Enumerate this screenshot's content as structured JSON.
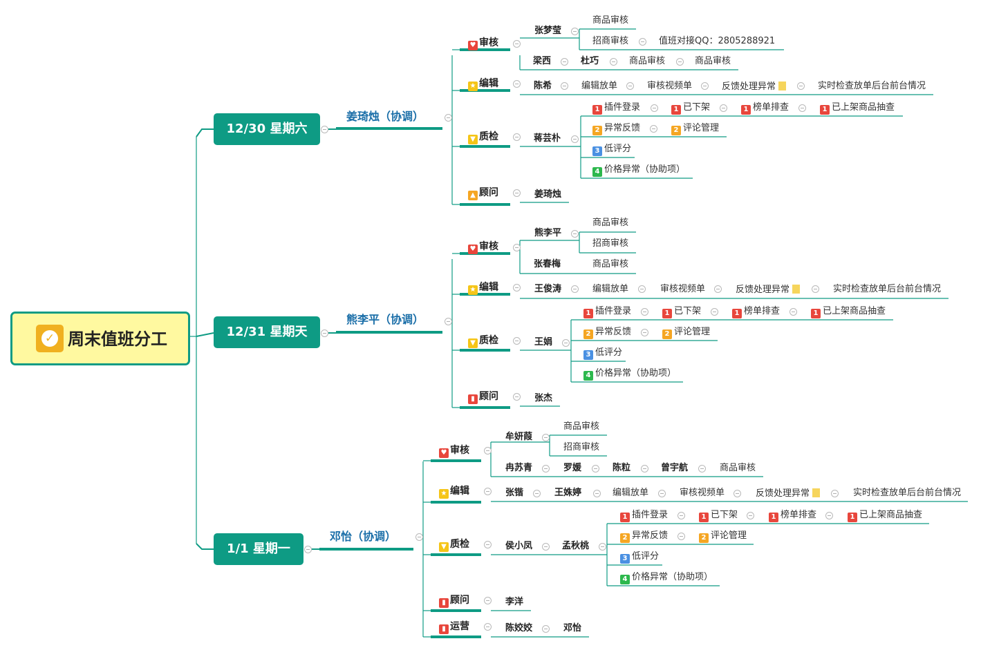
{
  "root": {
    "title": "周末值班分工",
    "icon": "check-badge-icon"
  },
  "days": [
    {
      "date": "12/30 星期六",
      "coord": "姜琦烛（协调）"
    },
    {
      "date": "12/31 星期天",
      "coord": "熊李平（协调）"
    },
    {
      "date": "1/1 星期一",
      "coord": "邓怡（协调）"
    }
  ],
  "roles": {
    "audit": {
      "label": "审核",
      "icon": "heart-icon",
      "color": "#e8463c"
    },
    "edit": {
      "label": "编辑",
      "icon": "medal-icon",
      "color": "#f5c518"
    },
    "qc": {
      "label": "质检",
      "icon": "trophy-icon",
      "color": "#f5c518"
    },
    "advisor": {
      "label": "顾问",
      "icon": "thumbs-up-icon",
      "color": "#f5a623"
    },
    "advisor_alt": {
      "label": "顾问",
      "icon": "thermometer-icon",
      "color": "#e8463c"
    },
    "ops": {
      "label": "运营",
      "icon": "thermometer-icon",
      "color": "#e8463c"
    }
  },
  "people": {
    "zhangmengying": "张梦莹",
    "liangxi": "梁西",
    "duqiao": "杜巧",
    "chenxi": "陈希",
    "jiangyunpu": "蒋芸朴",
    "jiangqizhu": "姜琦烛",
    "xionglipin": "熊李平",
    "zhangchunmei": "张春梅",
    "wangjuntao": "王俊涛",
    "wangjuan": "王娟",
    "zhangjie": "张杰",
    "mouyanxia": "牟妍葭",
    "ransuqing": "冉苏青",
    "luoyuan": "罗媛",
    "chenli": "陈粒",
    "zengyuhang": "曾宇航",
    "zhangkai": "张锴",
    "wangmeiting": "王姝婷",
    "houxiaofeng": "侯小凤",
    "mengqiutao": "孟秋桃",
    "liyang": "李洋",
    "chenjiaojiao": "陈姣姣",
    "dengyi": "邓怡"
  },
  "tasks": {
    "product_audit": "商品审核",
    "merchant_audit": "招商审核",
    "qq_contact": "值班对接QQ：2805288921",
    "edit_release": "编辑放单",
    "video_audit": "审核视频单",
    "feedback_error": "反馈处理异常",
    "realtime_check": "实时检查放单后台前台情况",
    "plugin_login": "插件登录",
    "delisted": "已下架",
    "rank_check": "榜单排查",
    "listed_spot_check": "已上架商品抽查",
    "error_feedback": "异常反馈",
    "review_mgmt": "评论管理",
    "low_score": "低评分",
    "price_error": "价格异常（协助项）"
  },
  "priority_badges": [
    "1",
    "2",
    "3",
    "4"
  ],
  "colors": {
    "accent": "#0e9b84",
    "root_fill": "#fff9a0",
    "coord_text": "#1a6ea8"
  }
}
